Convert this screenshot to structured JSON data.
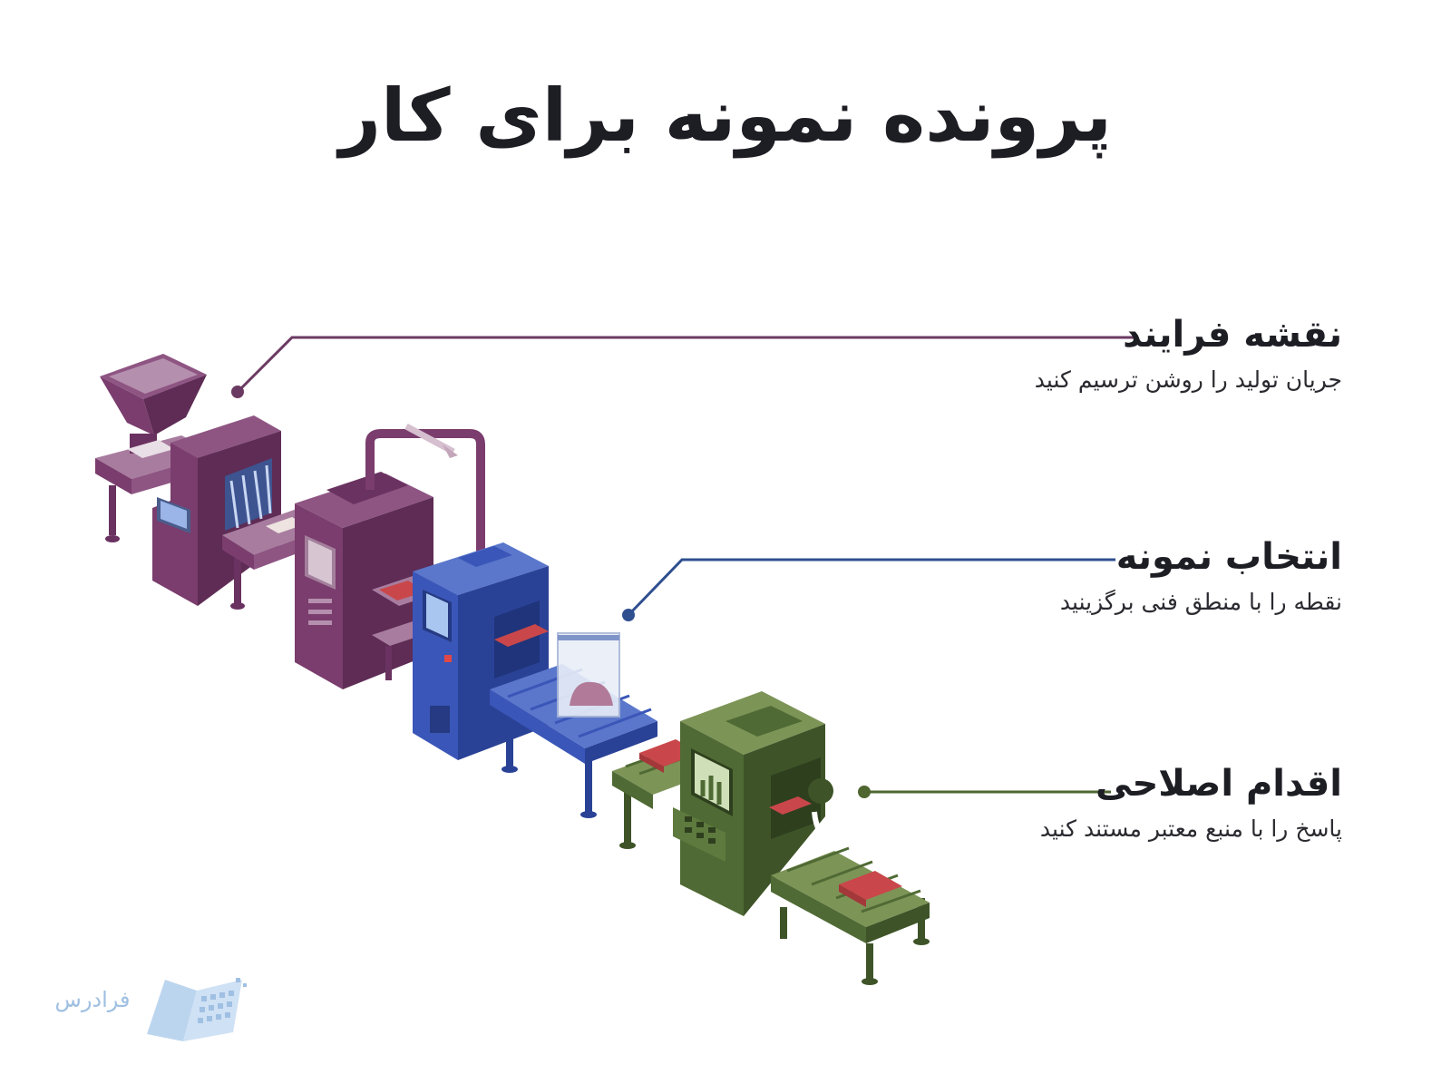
{
  "title": "پرونده نمونه برای کار",
  "callouts": [
    {
      "heading": "نقشه فرایند",
      "text": "جریان تولید را روشن ترسیم کنید",
      "color": "#6b3a63"
    },
    {
      "heading": "انتخاب نمونه",
      "text": "نقطه را با منطق فنی برگزینید",
      "color": "#2f4f8f"
    },
    {
      "heading": "اقدام اصلاحی",
      "text": "پاسخ را با منبع معتبر مستند کنید",
      "color": "#4f6630"
    }
  ],
  "logo": {
    "text": "فرادرس"
  },
  "colors": {
    "machine_purple": "#7a3d6d",
    "machine_blue": "#3a56b8",
    "machine_green": "#4f6a34",
    "product_red": "#c9474a"
  }
}
